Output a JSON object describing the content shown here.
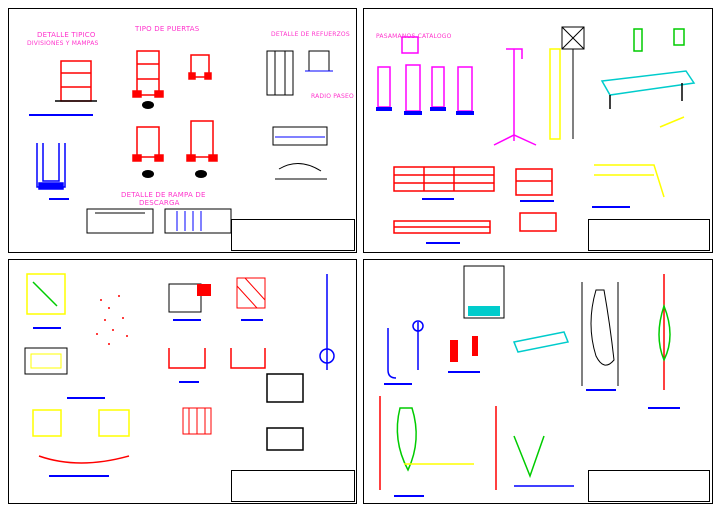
{
  "sheet": {
    "background": "#ffffff",
    "line_color": "#000000",
    "label_color": "#ff33cc",
    "accent_colors": {
      "red": "#ff0000",
      "blue": "#0000ff",
      "magenta": "#ff00ff",
      "green": "#00cc00",
      "yellow": "#ffff00",
      "cyan": "#00cccc"
    }
  },
  "panels": [
    {
      "id": "top-left",
      "labels": [
        {
          "key": "detalle_tipico",
          "text": "DETALLE TIPICO"
        },
        {
          "key": "divisiones",
          "text": "DIVISIONES Y MAMPAS"
        },
        {
          "key": "tipo_de_puertas",
          "text": "TIPO DE PUERTAS"
        },
        {
          "key": "detalle_de_refuerzos",
          "text": "DETALLE DE REFUERZOS"
        },
        {
          "key": "radio_paseo",
          "text": "RADIO PASEO"
        },
        {
          "key": "detalle_de_rampa",
          "text": "DETALLE DE RAMPA DE"
        },
        {
          "key": "descarga",
          "text": "DESCARGA"
        }
      ]
    },
    {
      "id": "top-right",
      "labels": [
        {
          "key": "pasamanos",
          "text": "PASAMANOS CATALOGO"
        }
      ]
    },
    {
      "id": "bottom-left",
      "labels": []
    },
    {
      "id": "bottom-right",
      "labels": []
    }
  ]
}
